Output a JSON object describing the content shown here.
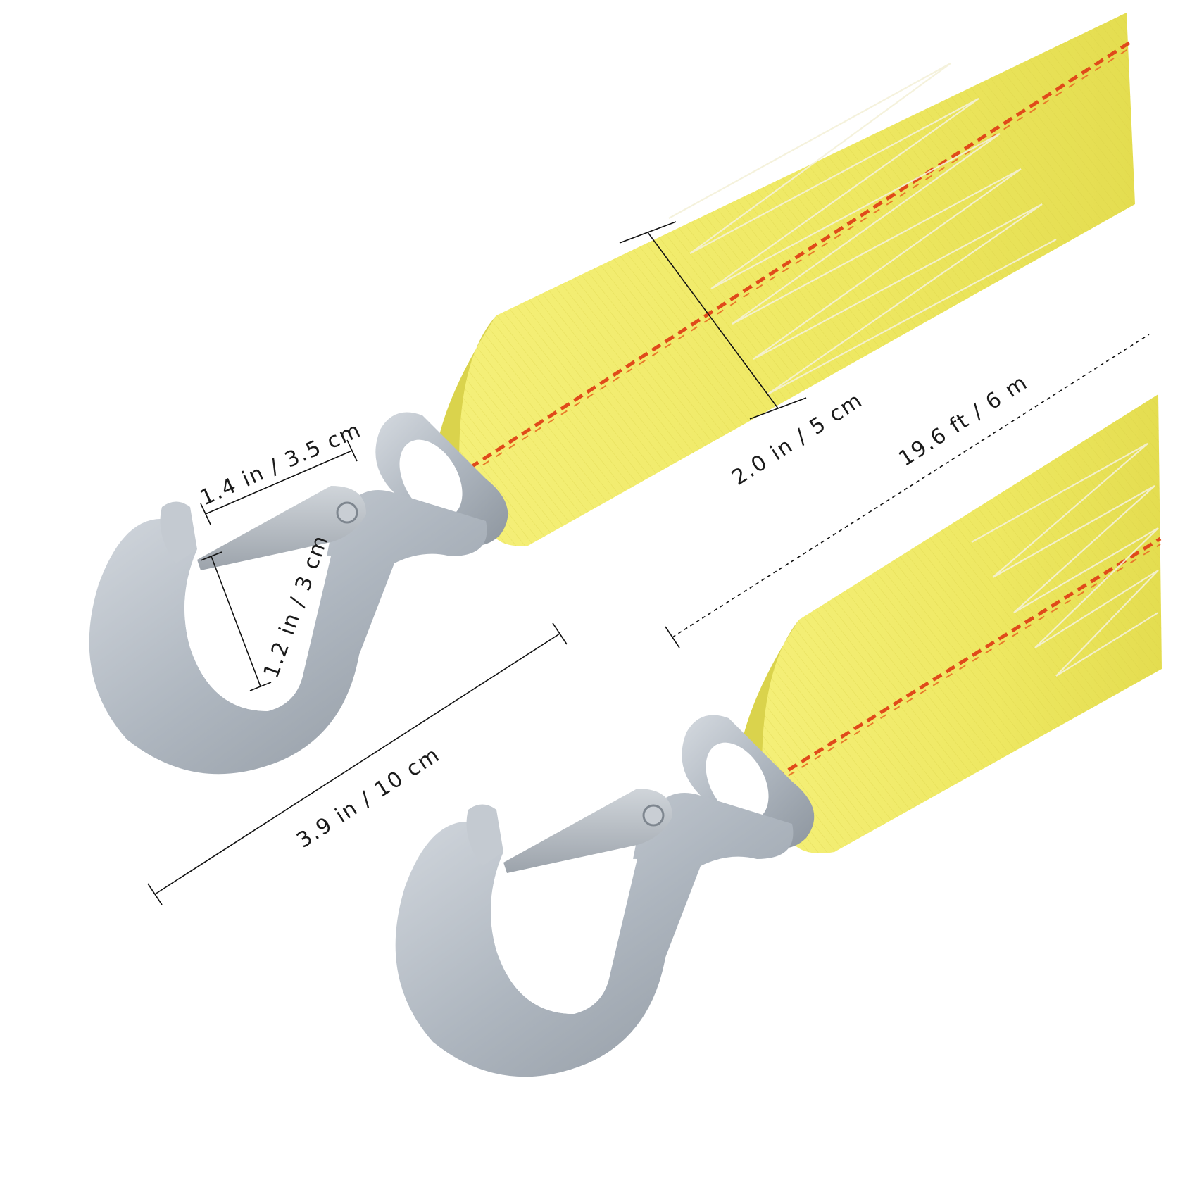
{
  "measurements": {
    "latch_width": "1.4 in / 3.5 cm",
    "throat_opening": "1.2 in / 3 cm",
    "hook_length": "3.9 in / 10 cm",
    "strap_width": "2.0 in / 5 cm",
    "strap_length": "19.6 ft / 6 m"
  },
  "colors": {
    "strap_yellow": "#F2EE6A",
    "strap_shadow": "#D9D24A",
    "stitch_red": "#E04A1A",
    "steel": "#B7BEC6",
    "steel_dark": "#8A929B"
  },
  "items": [
    {
      "kind": "tow-strap-end-with-hook",
      "icon": "hook-icon"
    },
    {
      "kind": "tow-strap-end-with-hook",
      "icon": "hook-icon"
    }
  ]
}
